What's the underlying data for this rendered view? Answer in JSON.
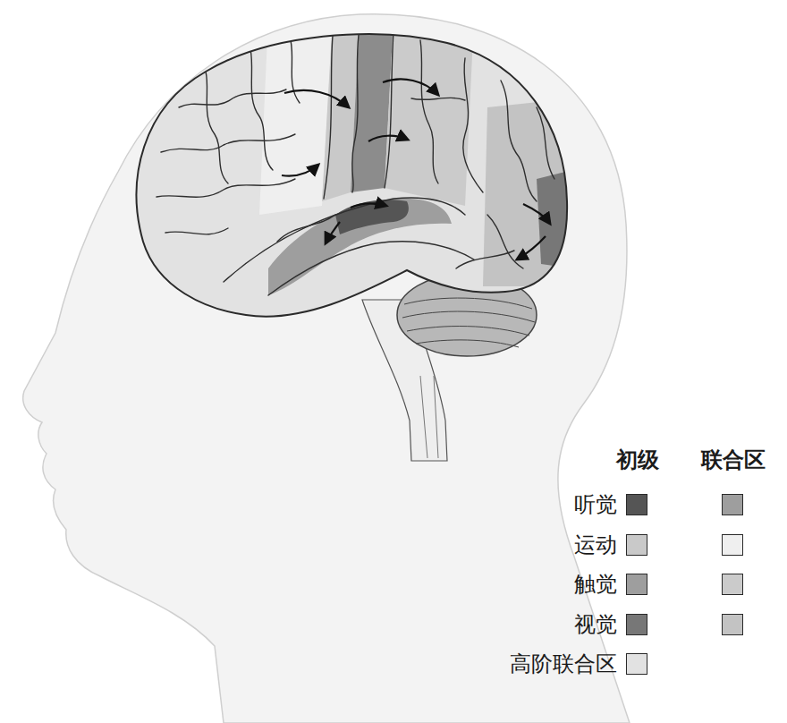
{
  "diagram": {
    "labels": [
      "初级",
      "联合区"
    ],
    "legend": [
      {
        "text": "听觉",
        "color": "#555555"
      },
      {
        "text": "运动",
        "color": "#c9c9c9"
      },
      {
        "text": "触觉",
        "color": "#9e9e9e"
      },
      {
        "text": "视觉",
        "color": "#777777"
      },
      {
        "text": "高阶联合区",
        "color": "#e2e2e2"
      }
    ]
  }
}
